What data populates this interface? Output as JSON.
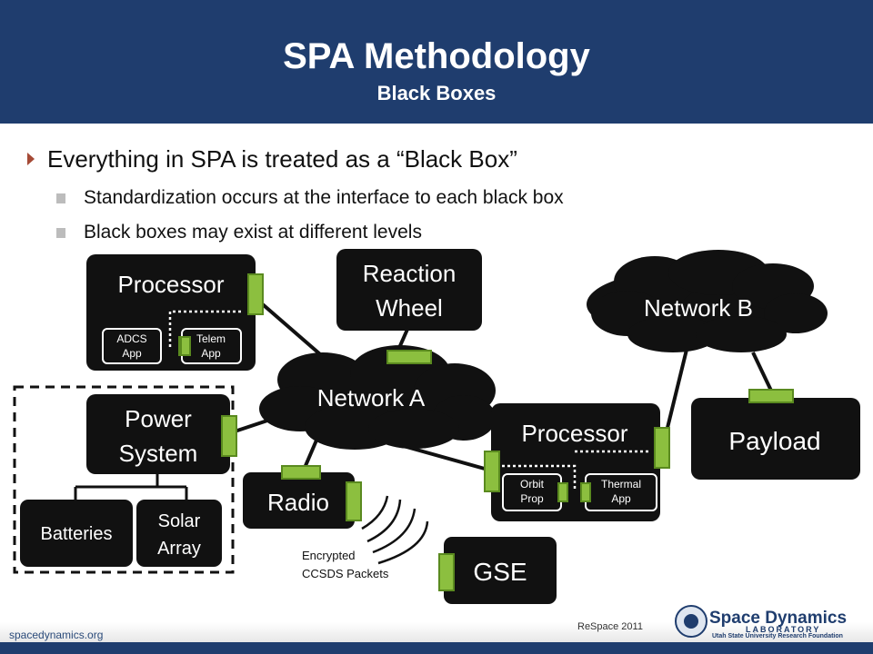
{
  "header": {
    "title": "SPA Methodology",
    "subtitle": "Black Boxes"
  },
  "bullets": {
    "main": "Everything in SPA is treated as a “Black Box”",
    "sub": [
      "Standardization occurs at the interface to each black box",
      "Black boxes may exist at different levels"
    ]
  },
  "diagram": {
    "processor_top": "Processor",
    "adcs_app": [
      "ADCS",
      "App"
    ],
    "telem_app": [
      "Telem",
      "App"
    ],
    "reaction_wheel": [
      "Reaction",
      "Wheel"
    ],
    "network_a": "Network A",
    "network_b": "Network B",
    "power_system": [
      "Power",
      "System"
    ],
    "batteries": "Batteries",
    "solar_array": [
      "Solar",
      "Array"
    ],
    "radio": "Radio",
    "processor_right": "Processor",
    "orbit_prop": [
      "Orbit",
      "Prop"
    ],
    "thermal_app": [
      "Thermal",
      "App"
    ],
    "payload": "Payload",
    "gse": "GSE",
    "encrypted_label": [
      "Encrypted",
      "CCSDS Packets"
    ]
  },
  "footer": {
    "site": "spacedynamics.org",
    "event": "ReSpace 2011",
    "logo_name": "Space Dynamics",
    "logo_lab": "LABORATORY",
    "logo_sub": "Utah State University Research Foundation"
  },
  "colors": {
    "header": "#1f3d6e",
    "box": "#111111",
    "port": "#8cbf3f",
    "port_border": "#5a8a1f"
  }
}
